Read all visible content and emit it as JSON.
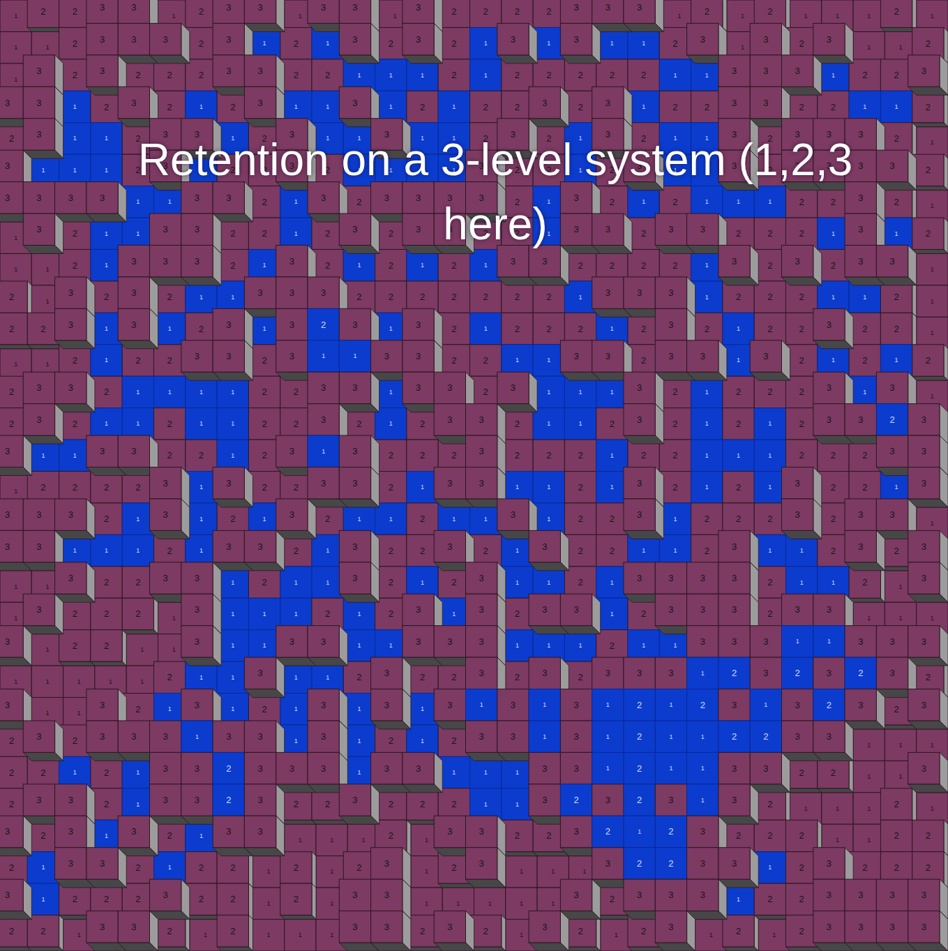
{
  "diagram": {
    "title": "Retention on a 3-level system (1,2,3 here)",
    "labels": [
      "1",
      "2",
      "2",
      "3",
      "3",
      "1",
      "2",
      "3",
      "3",
      "1",
      "3",
      "3",
      "1",
      "3",
      "2",
      "2",
      "2",
      "2",
      "3",
      "3",
      "3",
      "1",
      "2",
      "1",
      "2",
      "1",
      "1",
      "1",
      "2",
      "1",
      "1",
      "1",
      "2",
      "3",
      "3",
      "3",
      "2",
      "3",
      "1",
      "2",
      "1",
      "3",
      "2",
      "3",
      "2",
      "1",
      "3",
      "1",
      "3",
      "1",
      "1",
      "2",
      "3",
      "1",
      "3",
      "2",
      "3",
      "1",
      "1",
      "2",
      "1",
      "3",
      "2",
      "3",
      "2",
      "2",
      "2",
      "3",
      "3",
      "2",
      "2",
      "1",
      "1",
      "1",
      "2",
      "1",
      "2",
      "2",
      "2",
      "2",
      "2",
      "1",
      "1",
      "3",
      "3",
      "3",
      "1",
      "2",
      "2",
      "3",
      "3",
      "3",
      "1",
      "2",
      "3",
      "2",
      "1",
      "2",
      "3",
      "1",
      "1",
      "3",
      "1",
      "2",
      "1",
      "2",
      "2",
      "3",
      "2",
      "3",
      "1",
      "2",
      "2",
      "3",
      "3",
      "2",
      "2",
      "1",
      "1",
      "2",
      "2",
      "3",
      "1",
      "1",
      "2",
      "3",
      "3",
      "1",
      "2",
      "3",
      "1",
      "1",
      "3",
      "1",
      "1",
      "2",
      "3",
      "2",
      "1",
      "3",
      "2",
      "1",
      "1",
      "3",
      "2",
      "3",
      "3",
      "3",
      "2",
      "1",
      "3",
      "1",
      "1",
      "1",
      "2",
      "3",
      "1",
      "2",
      "2",
      "3",
      "2",
      "1",
      "1",
      "1",
      "1",
      "3",
      "2",
      "2",
      "1",
      "2",
      "3",
      "1",
      "1",
      "3",
      "2",
      "3",
      "3",
      "3",
      "3",
      "2",
      "3",
      "3",
      "3",
      "3",
      "1",
      "1",
      "3",
      "3",
      "2",
      "1",
      "3",
      "2",
      "3",
      "3",
      "3",
      "3",
      "2",
      "1",
      "3",
      "2",
      "1",
      "2",
      "1",
      "1",
      "1",
      "2",
      "2",
      "3",
      "2",
      "1",
      "1",
      "3",
      "2",
      "1",
      "1",
      "3",
      "3",
      "2",
      "2",
      "1",
      "2",
      "3",
      "2",
      "3",
      "3",
      "2",
      "2",
      "1",
      "3",
      "3",
      "2",
      "3",
      "3",
      "2",
      "2",
      "2",
      "1",
      "3",
      "1",
      "2",
      "1",
      "1",
      "2",
      "1",
      "3",
      "3",
      "3",
      "2",
      "1",
      "3",
      "2",
      "1",
      "2",
      "1",
      "2",
      "1",
      "3",
      "3",
      "2",
      "2",
      "2",
      "2",
      "1",
      "3",
      "2",
      "3",
      "2",
      "3",
      "3",
      "1",
      "2",
      "1",
      "3",
      "2",
      "3",
      "2",
      "1",
      "1",
      "3",
      "3",
      "3",
      "2",
      "2",
      "2",
      "2",
      "2",
      "2",
      "2",
      "1",
      "3",
      "3",
      "3",
      "1",
      "2",
      "2",
      "2",
      "1",
      "1",
      "2",
      "1",
      "2",
      "2",
      "3",
      "1",
      "3",
      "1",
      "2",
      "3",
      "1",
      "3",
      "2",
      "3",
      "1",
      "3",
      "2",
      "1",
      "2",
      "2",
      "2",
      "1",
      "2",
      "3",
      "2",
      "1",
      "2",
      "2",
      "3",
      "2",
      "2",
      "1",
      "1",
      "1",
      "2",
      "1",
      "2",
      "2",
      "3",
      "3",
      "2",
      "3",
      "1",
      "1",
      "3",
      "3",
      "2",
      "2",
      "1",
      "1",
      "3",
      "3",
      "2",
      "3",
      "3",
      "1",
      "3",
      "2",
      "1",
      "2",
      "1",
      "2",
      "2",
      "3",
      "3",
      "2",
      "1",
      "1",
      "1",
      "1",
      "2",
      "2",
      "3",
      "3",
      "1",
      "3",
      "3",
      "2",
      "3",
      "1",
      "1",
      "1",
      "3",
      "2",
      "1",
      "2",
      "2",
      "2",
      "3",
      "1",
      "3",
      "1",
      "2",
      "3",
      "2",
      "1",
      "1",
      "2",
      "1",
      "1",
      "2",
      "2",
      "3",
      "2",
      "1",
      "2",
      "3",
      "3",
      "2",
      "1",
      "1",
      "2",
      "3",
      "2",
      "1",
      "2",
      "1",
      "2",
      "3",
      "3",
      "2",
      "3",
      "3",
      "1",
      "1",
      "3",
      "3",
      "2",
      "2",
      "1",
      "2",
      "3",
      "1",
      "3",
      "2",
      "2",
      "2",
      "3",
      "2",
      "2",
      "2",
      "1",
      "2",
      "2",
      "1",
      "1",
      "1",
      "2",
      "2",
      "2",
      "3",
      "3",
      "1",
      "2",
      "2",
      "2",
      "2",
      "3",
      "1",
      "3",
      "2",
      "2",
      "3",
      "3",
      "2",
      "1",
      "3",
      "3",
      "1",
      "1",
      "2",
      "1",
      "3",
      "2",
      "1",
      "2",
      "1",
      "3",
      "2",
      "2",
      "1",
      "3",
      "3",
      "3",
      "3",
      "2",
      "1",
      "3",
      "1",
      "2",
      "1",
      "3",
      "2",
      "1",
      "1",
      "2",
      "1",
      "1",
      "3",
      "1",
      "2",
      "2",
      "3",
      "1",
      "2",
      "2",
      "2",
      "3",
      "2",
      "3",
      "3",
      "1",
      "3",
      "3",
      "1",
      "1",
      "1",
      "2",
      "1",
      "3",
      "3",
      "2",
      "1",
      "3",
      "2",
      "2",
      "3",
      "2",
      "1",
      "3",
      "2",
      "2",
      "1",
      "1",
      "2",
      "3",
      "1",
      "1",
      "2",
      "3",
      "2",
      "3",
      "1",
      "1",
      "3",
      "2",
      "2",
      "3",
      "3",
      "1",
      "2",
      "1",
      "1",
      "3",
      "2",
      "1",
      "2",
      "3",
      "1",
      "1",
      "2",
      "1",
      "3",
      "3",
      "3",
      "3",
      "2",
      "1",
      "1",
      "2",
      "1",
      "3",
      "1",
      "3",
      "2",
      "2",
      "2",
      "1",
      "3",
      "1",
      "1",
      "1",
      "2",
      "1",
      "2",
      "3",
      "1",
      "3",
      "2",
      "3",
      "3",
      "1",
      "2",
      "3",
      "3",
      "3",
      "2",
      "3",
      "3",
      "1",
      "1",
      "1",
      "3",
      "1",
      "2",
      "2",
      "1",
      "1",
      "3",
      "1",
      "1",
      "3",
      "3",
      "1",
      "1",
      "3",
      "3",
      "3",
      "1",
      "1",
      "1",
      "2",
      "1",
      "1",
      "3",
      "3",
      "3",
      "1",
      "1",
      "3",
      "3",
      "3",
      "1",
      "1",
      "1",
      "1",
      "1",
      "2",
      "1",
      "1",
      "3",
      "1",
      "1",
      "2",
      "3",
      "2",
      "2",
      "3",
      "2",
      "3",
      "2",
      "3",
      "3",
      "3",
      "1",
      "2",
      "3",
      "2",
      "3",
      "2",
      "3",
      "2",
      "3",
      "1",
      "1",
      "3",
      "2",
      "1",
      "3",
      "1",
      "2",
      "1",
      "3",
      "1",
      "3",
      "1",
      "3",
      "1",
      "3",
      "1",
      "3",
      "1",
      "2",
      "1",
      "2",
      "3",
      "1",
      "3",
      "2",
      "3",
      "2",
      "3",
      "2",
      "3",
      "2",
      "3",
      "3",
      "3",
      "1",
      "3",
      "3",
      "1",
      "3",
      "1",
      "2",
      "1",
      "2",
      "3",
      "3",
      "1",
      "3",
      "1",
      "2",
      "1",
      "1",
      "2",
      "2",
      "3",
      "3",
      "1",
      "1",
      "1",
      "2",
      "2",
      "1",
      "2",
      "1",
      "3",
      "3",
      "2",
      "3",
      "3",
      "3",
      "1",
      "3",
      "3",
      "1",
      "1",
      "1",
      "3",
      "3",
      "1",
      "2",
      "1",
      "1",
      "3",
      "3",
      "2",
      "2",
      "1",
      "1",
      "3",
      "2",
      "3",
      "3",
      "2",
      "1",
      "3",
      "3",
      "2",
      "3",
      "2",
      "2",
      "3",
      "2",
      "2",
      "2",
      "1",
      "1",
      "3",
      "2",
      "3",
      "2",
      "3",
      "1",
      "3",
      "2",
      "1",
      "1",
      "1",
      "2",
      "1",
      "3",
      "2",
      "3",
      "1",
      "3",
      "2",
      "1",
      "3",
      "3",
      "1",
      "1",
      "1",
      "2",
      "1",
      "3",
      "3",
      "2",
      "2",
      "3",
      "2",
      "1",
      "2",
      "3",
      "2",
      "2",
      "2",
      "1",
      "1",
      "2",
      "2",
      "2",
      "1",
      "3",
      "3",
      "2",
      "1",
      "2",
      "2",
      "1",
      "2",
      "1",
      "2",
      "3",
      "1",
      "2",
      "3",
      "1",
      "1",
      "1",
      "3",
      "2",
      "2",
      "3",
      "3",
      "1",
      "2",
      "3",
      "2",
      "2",
      "2",
      "3",
      "1",
      "2",
      "2",
      "2",
      "3",
      "2",
      "2",
      "1",
      "2",
      "1",
      "3",
      "3",
      "1",
      "1",
      "1",
      "1",
      "1",
      "3",
      "2",
      "3",
      "3",
      "3",
      "1",
      "2",
      "2",
      "3",
      "3",
      "3",
      "3",
      "2",
      "2",
      "1",
      "3",
      "3",
      "2",
      "1",
      "2",
      "1",
      "1",
      "1",
      "3",
      "3",
      "2",
      "3",
      "2",
      "1",
      "3",
      "2",
      "1",
      "2",
      "3",
      "1",
      "2",
      "1",
      "2",
      "3",
      "3",
      "3",
      "3"
    ]
  }
}
